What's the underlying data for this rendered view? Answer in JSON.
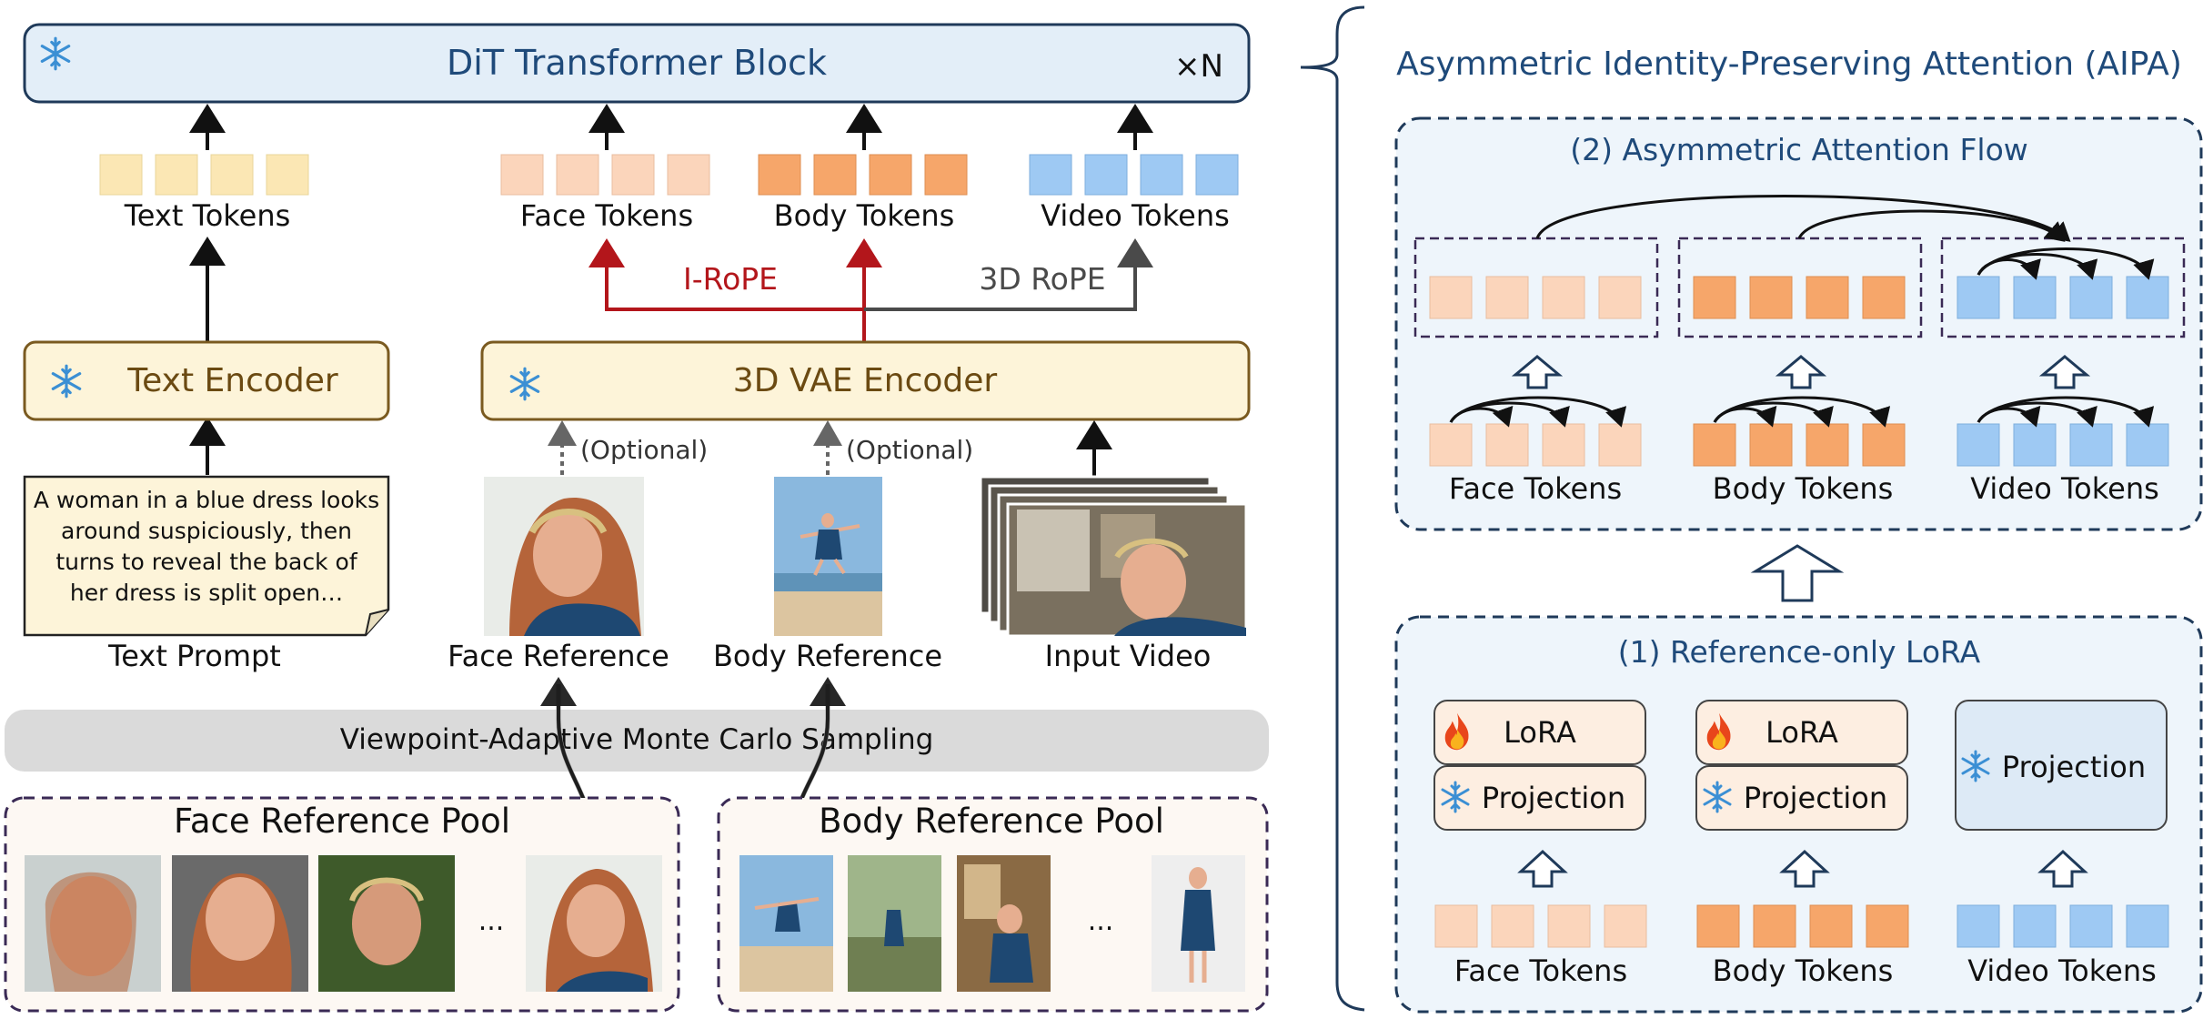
{
  "dit_block": {
    "title": "DiT Transformer Block",
    "repeat": "×N"
  },
  "tokens": {
    "text": "Text Tokens",
    "face": "Face Tokens",
    "body": "Body Tokens",
    "video": "Video Tokens"
  },
  "rope": {
    "irope": "I-RoPE",
    "rope3d": "3D RoPE"
  },
  "encoders": {
    "text": "Text Encoder",
    "vae": "3D VAE Encoder"
  },
  "optional_label": "(Optional)",
  "prompt": {
    "lines": [
      "A woman in a blue dress looks",
      "around suspiciously, then",
      "turns to reveal the back of",
      "her dress is split open…"
    ],
    "caption": "Text Prompt"
  },
  "references": {
    "face": "Face Reference",
    "body": "Body Reference",
    "video": "Input Video"
  },
  "sampling": "Viewpoint-Adaptive Monte Carlo Sampling",
  "pools": {
    "face": "Face Reference Pool",
    "body": "Body Reference Pool",
    "ellipsis": "..."
  },
  "aipa": {
    "title": "Asymmetric Identity-Preserving Attention (AIPA)",
    "flow_title": "(2) Asymmetric Attention Flow",
    "lora_title": "(1) Reference-only LoRA",
    "lora": "LoRA",
    "projection": "Projection"
  },
  "colors": {
    "text_token": "#fbe7b4",
    "face_token": "#fbd5bb",
    "body_token": "#f6a66a",
    "video_token": "#9ec9f3",
    "irope": "#b3161b",
    "rope3d": "#4a4a4a",
    "panel_border": "#1f3a5a",
    "pool_border": "#3a2a55"
  },
  "icons": [
    "snowflake-icon",
    "fire-icon"
  ]
}
